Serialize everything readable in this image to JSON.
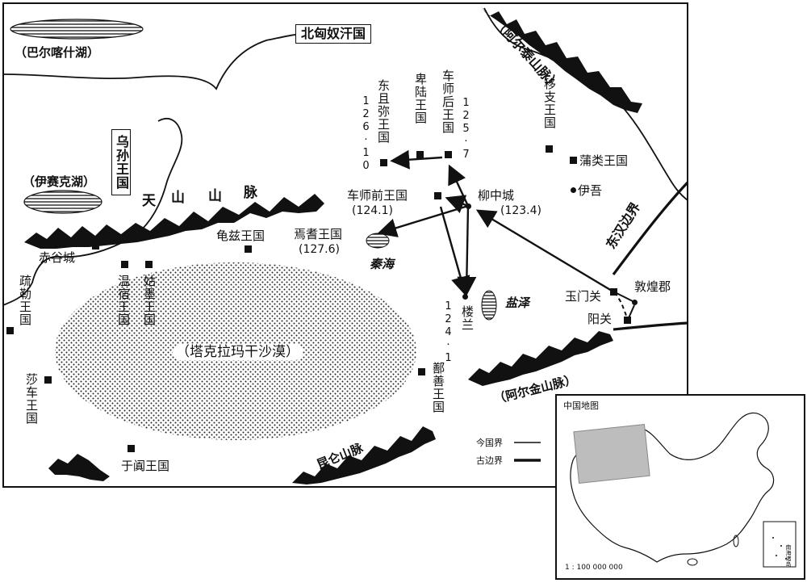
{
  "map": {
    "labels": {
      "beixiongnu": "北匈奴汗国",
      "balkhash": "（巴尔喀什湖）",
      "issyk": "（伊赛克湖）",
      "wusun": "乌孙王国",
      "tianshan": [
        "天",
        "山",
        "山",
        "脉"
      ],
      "chigu": "赤谷城",
      "shule": "疏勒王国",
      "wensu": "温宿王国",
      "gumo": "姑墨王国",
      "qiuci": "龟兹王国",
      "yanqi": "焉耆王国",
      "yanqi_year": "(127.6)",
      "qinhai": "秦海",
      "cheshiqian": "车师前王国",
      "cheshiqian_year": "(124.1)",
      "liuzhong": "柳中城",
      "liuzhong_year": "(123.4)",
      "dongqiemi": "东且弥王国",
      "dongqiemi_year": "126·10",
      "beilu": "卑陆王国",
      "cheshihou": "车师后王国",
      "cheshihou_year": "125·7",
      "yizhi": "移支王国",
      "pulei": "蒲类王国",
      "yiwu": "伊吾",
      "altai": "（阿尔泰山脉）",
      "border": "东汉边界",
      "yumen": "玉门关",
      "dunhuang": "敦煌郡",
      "yangguan": "阳关",
      "loulan": "楼兰",
      "loulan_year": "124·1",
      "yanze": "盐泽",
      "takla": "（塔克拉玛干沙漠）",
      "shache": "莎车王国",
      "yutian": "于阗王国",
      "shanshan": "鄯善王国",
      "kunlun": "昆仑山脉",
      "aljin": "（阿尔金山脉）"
    },
    "legend": {
      "modern": "今国界",
      "ancient": "古边界"
    },
    "inset": {
      "title": "中国地图",
      "scale": "1 : 100 000 000",
      "sea": "南海诸岛"
    }
  }
}
